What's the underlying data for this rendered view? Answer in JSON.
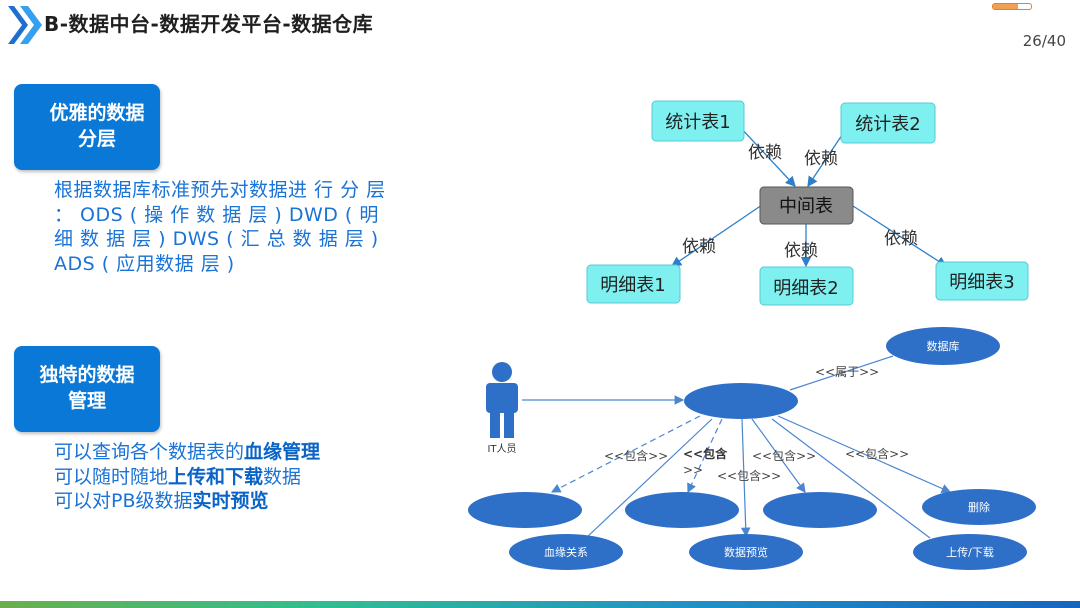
{
  "slide": {
    "title": "B-数据中台-数据开发平台-数据仓库",
    "page_number": "26/40",
    "progress_fraction": 0.65
  },
  "colors": {
    "badge_bg": "#0a78d6",
    "desc_text": "#1a73d6",
    "table_node_bg": "#7ef0f0",
    "middle_node_bg": "#8a8a8a",
    "usecase_fill": "#2e6fc8"
  },
  "sections": [
    {
      "badge": "优雅的数据\n分层",
      "description": "根据数据库标准预先对数据进 行 分 层 ： ODS ( 操 作 数 据 层 ) DWD ( 明 细 数 据 层 ) DWS ( 汇 总 数 据 层 ) ADS ( 应用数据 层 )"
    },
    {
      "badge": "独特的数据\n管理",
      "lines": [
        {
          "prefix": "可以查询各个数据表的",
          "bold": "血缘管理",
          "suffix": ""
        },
        {
          "prefix": "可以随时随地",
          "bold": "上传和下载",
          "suffix": "数据"
        },
        {
          "prefix": "可以对PB级数据",
          "bold": "实时预览",
          "suffix": ""
        }
      ]
    }
  ],
  "lineage_diagram": {
    "source_tables": [
      "统计表1",
      "统计表2"
    ],
    "middle_table": "中间表",
    "detail_tables": [
      "明细表1",
      "明细表2",
      "明细表3"
    ],
    "edge_label": "依赖"
  },
  "usecase_diagram": {
    "actor": "IT人员",
    "database": "数据库",
    "belongs_label": "<<属于>>",
    "include_label": "<<包含>>",
    "include_partial": "<<包含",
    "include_tail": ">>",
    "usecases": [
      "删除",
      "血缘关系",
      "数据预览",
      "上传/下载"
    ]
  }
}
